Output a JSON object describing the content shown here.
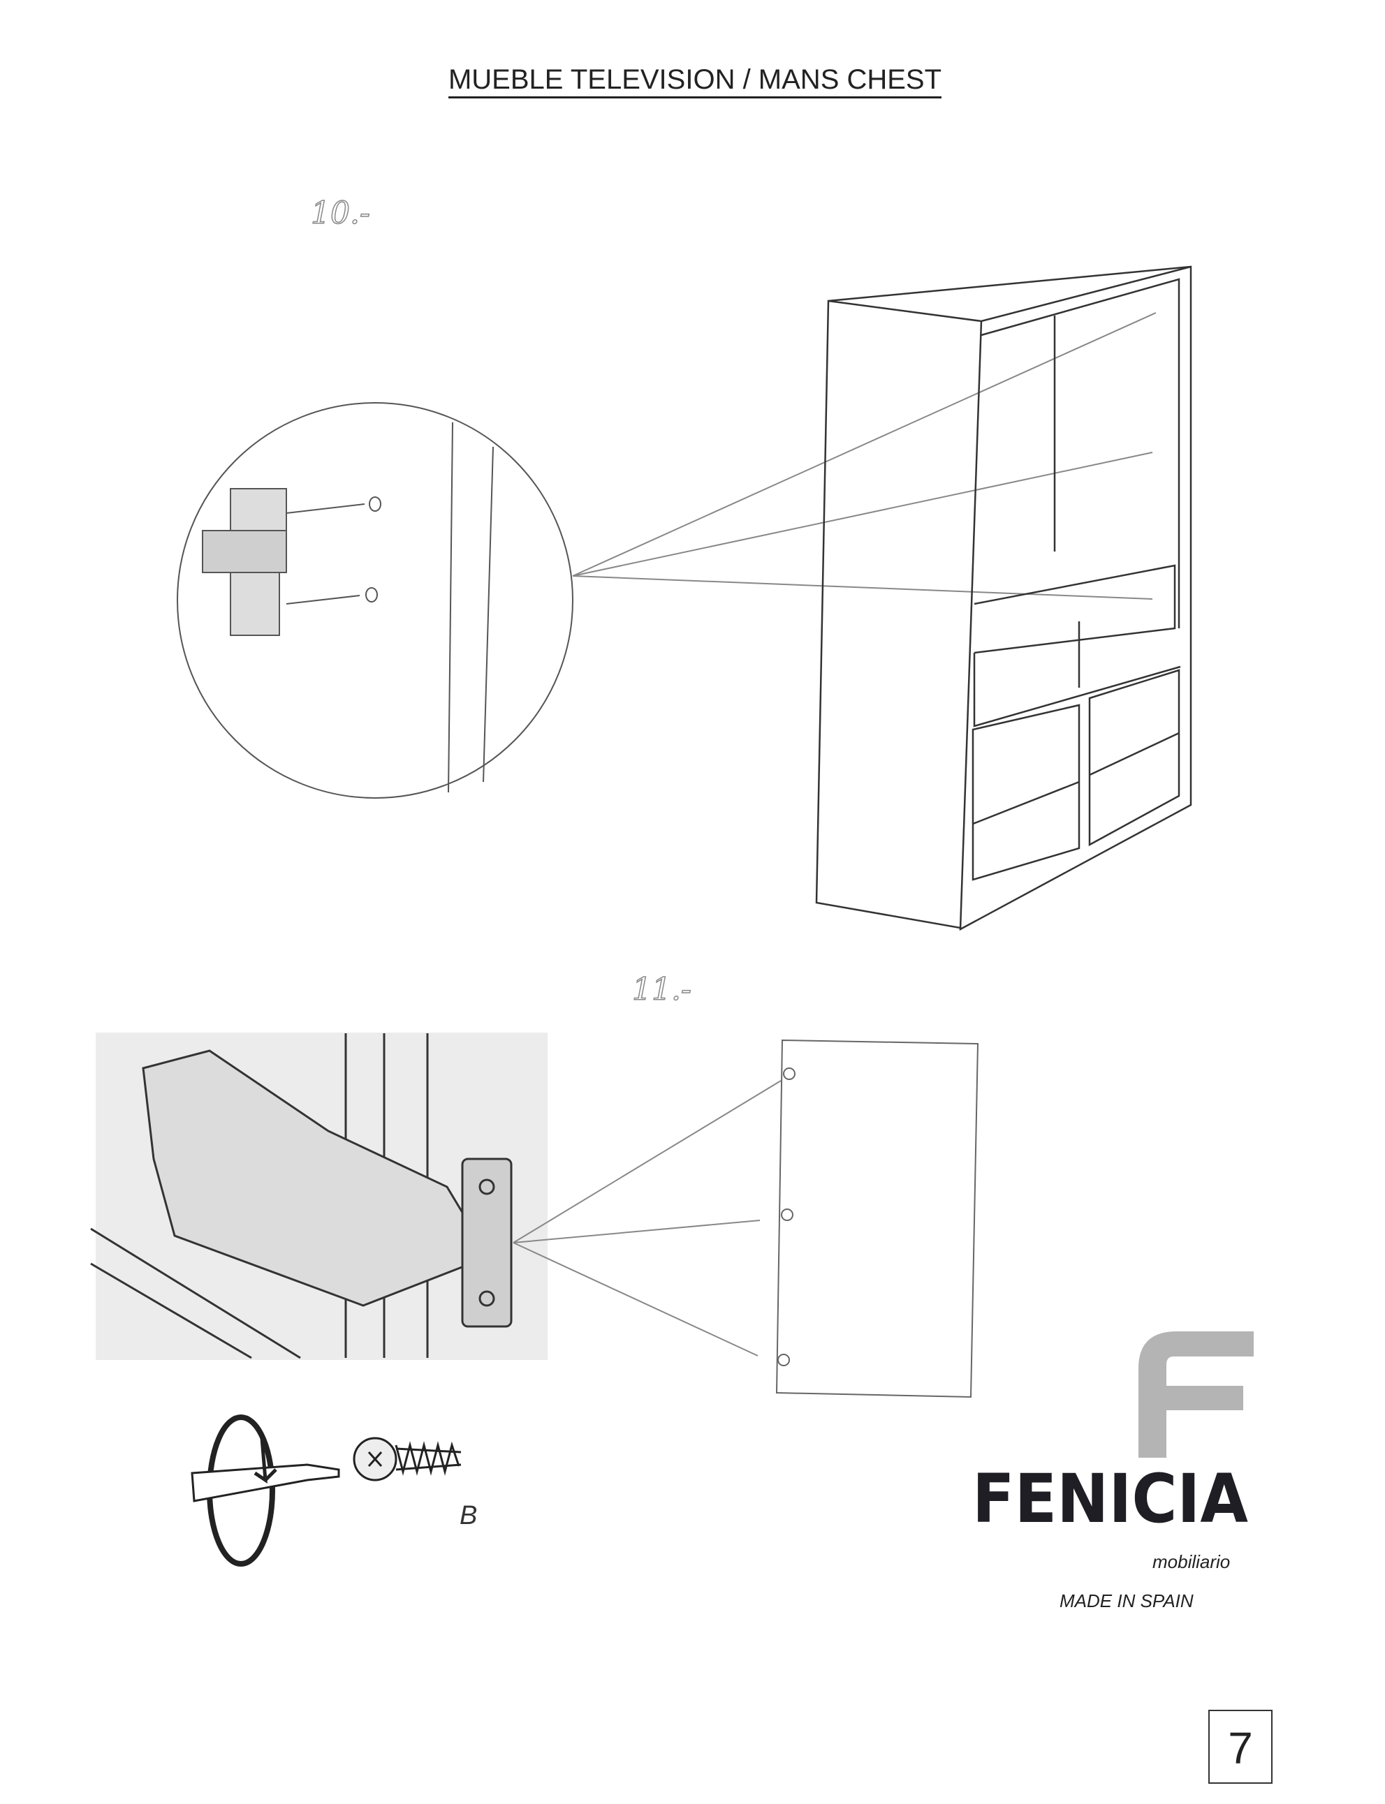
{
  "header": {
    "title": "MUEBLE TELEVISION / MANS CHEST"
  },
  "steps": [
    {
      "number": "10.-"
    },
    {
      "number": "11.-"
    }
  ],
  "screw_label": "B",
  "brand": {
    "logo_text": "FENICIA",
    "tagline": "mobiliario",
    "origin": "MADE IN SPAIN"
  },
  "footer": {
    "page_number": "7"
  },
  "colors": {
    "line": "#555555",
    "logo_dark": "#1e1e24",
    "logo_grey": "#b4b4b4",
    "photo_bg": "#ececec"
  }
}
